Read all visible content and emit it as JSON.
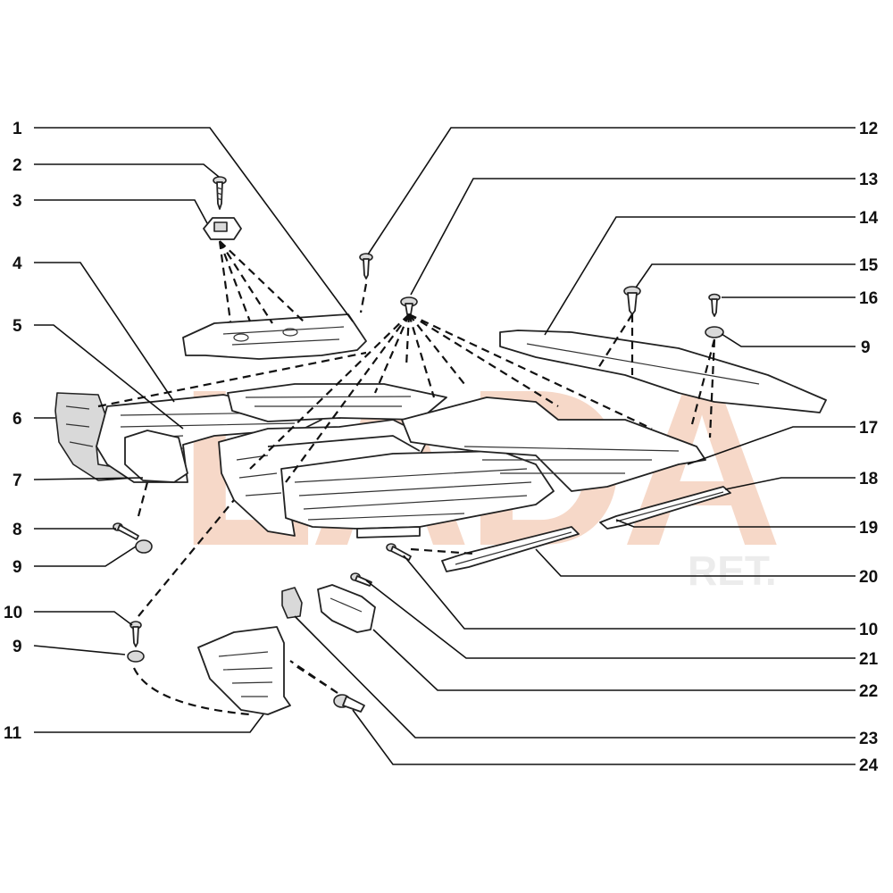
{
  "watermark": {
    "brand": "LADA",
    "suffix": "RET."
  },
  "callouts_left": [
    "1",
    "2",
    "3",
    "4",
    "5",
    "6",
    "7",
    "8",
    "9",
    "10",
    "9",
    "11"
  ],
  "callouts_right": [
    "12",
    "13",
    "14",
    "15",
    "16",
    "9",
    "17",
    "18",
    "19",
    "20",
    "10",
    "21",
    "22",
    "23",
    "24"
  ],
  "colors": {
    "watermark": "#f6d8c8",
    "line": "#111111"
  }
}
